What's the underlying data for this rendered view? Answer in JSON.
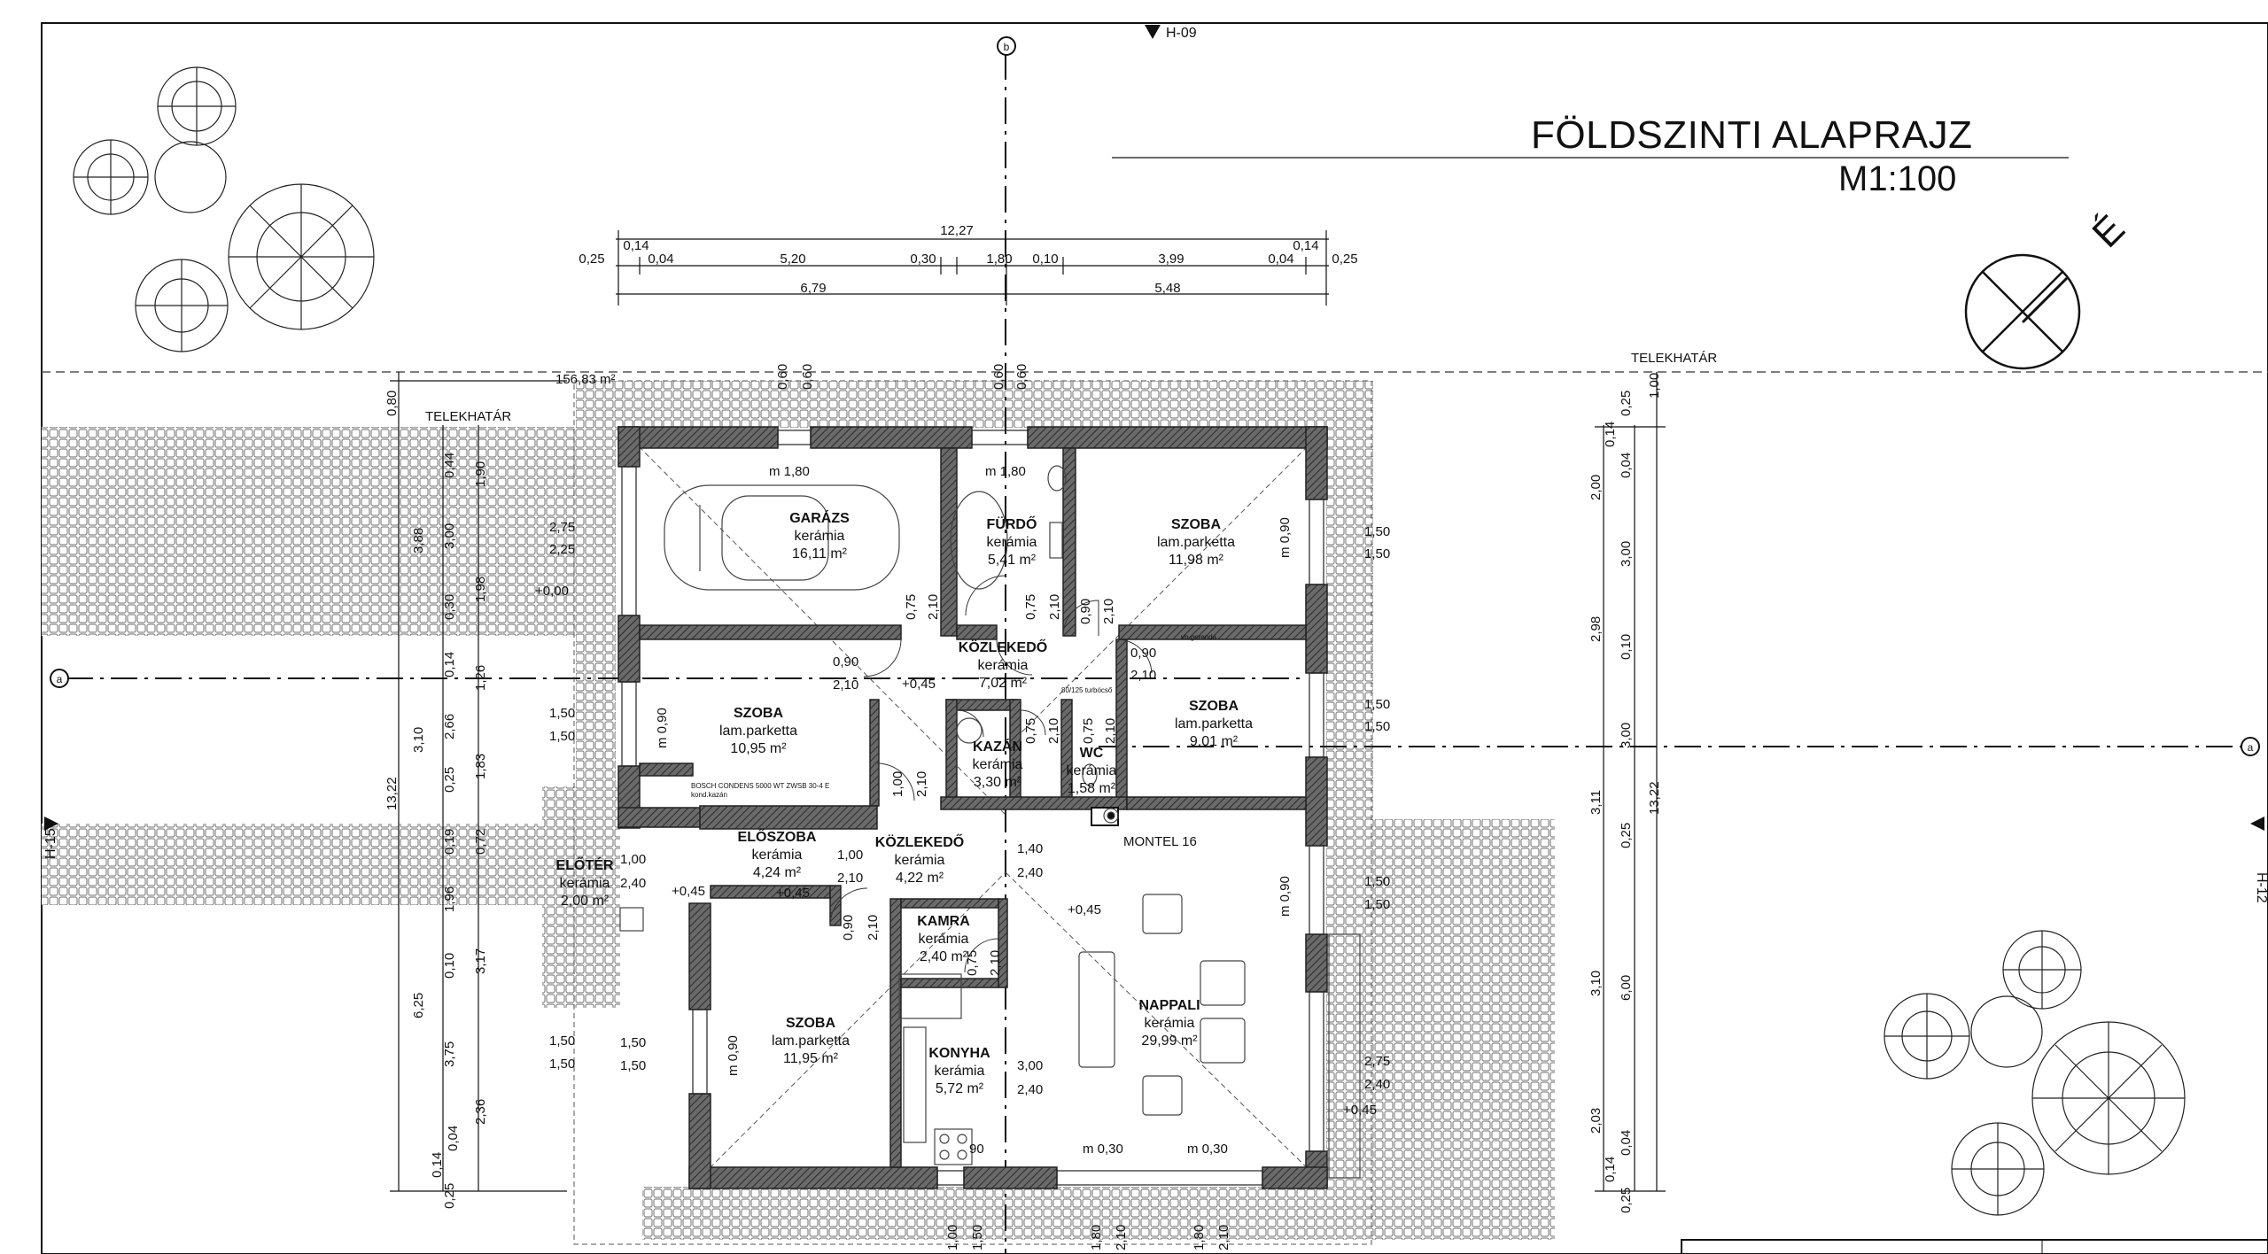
{
  "title": {
    "main": "FÖLDSZINTI ALAPRAJZ",
    "scale": "M1:100",
    "north": "É"
  },
  "section_marks": {
    "top": "H-09",
    "left": "H-15",
    "right": "H-12",
    "axis_top": "b",
    "axis_left": "a",
    "axis_right": "a"
  },
  "labels": {
    "telekhatar_left": "TELEKHATÁR",
    "telekhatar_right": "TELEKHATÁR",
    "area_total": "156,83 m²",
    "boiler_note": "BOSCH CONDENS 5000 WT ZWSB 30-4 E",
    "boiler_note2": "kond.kazán",
    "flue_note": "80/125 turbócső",
    "beam_note": "vb.gerenda",
    "montel": "MONTEL 16",
    "level_000": "+0,00",
    "level_045_a": "+0,45",
    "level_045_b": "+0,45",
    "level_045_c": "+0,45",
    "level_045_d": "+0,45",
    "level_045_e": "+0,45"
  },
  "rooms": [
    {
      "name": "GARÁZS",
      "floor": "kerámia",
      "area": "16,11 m²"
    },
    {
      "name": "FÜRDŐ",
      "floor": "kerámia",
      "area": "5,41 m²"
    },
    {
      "name": "SZOBA",
      "floor": "lam.parketta",
      "area": "11,98 m²"
    },
    {
      "name": "KÖZLEKEDŐ",
      "floor": "kerámia",
      "area": "7,02 m²"
    },
    {
      "name": "SZOBA",
      "floor": "lam.parketta",
      "area": "10,95 m²"
    },
    {
      "name": "KAZÁN",
      "floor": "kerámia",
      "area": "3,30 m²"
    },
    {
      "name": "WC",
      "floor": "kerámia",
      "area": "1,58 m²"
    },
    {
      "name": "SZOBA",
      "floor": "lam.parketta",
      "area": "9,01 m²"
    },
    {
      "name": "ELŐSZOBA",
      "floor": "kerámia",
      "area": "4,24 m²"
    },
    {
      "name": "KÖZLEKEDŐ",
      "floor": "kerámia",
      "area": "4,22 m²"
    },
    {
      "name": "ELŐTÉR",
      "floor": "kerámia",
      "area": "2,00 m²"
    },
    {
      "name": "KAMRA",
      "floor": "kerámia",
      "area": "2,40 m²"
    },
    {
      "name": "NAPPALI",
      "floor": "kerámia",
      "area": "29,99 m²"
    },
    {
      "name": "SZOBA",
      "floor": "lam.parketta",
      "area": "11,95 m²"
    },
    {
      "name": "KONYHA",
      "floor": "kerámia",
      "area": "5,72 m²"
    }
  ],
  "dimensions": {
    "top_overall": "12,27",
    "top_row1": [
      "0,25",
      "0,14",
      "0,04",
      "5,20",
      "0,30",
      "1,80",
      "0,10",
      "3,99",
      "0,04",
      "0,14",
      "0,25"
    ],
    "top_row2": [
      "6,79",
      "5,48"
    ],
    "top_openings": [
      "0,60",
      "0,60",
      "0,60",
      "0,60"
    ],
    "left_outer": [
      "0,80",
      "3,88",
      "3,10",
      "13,22",
      "6,25"
    ],
    "left_mid": [
      "0,44",
      "3,00",
      "0,30",
      "0,14",
      "2,66",
      "0,25",
      "0,19",
      "1,96",
      "0,10",
      "3,75",
      "0,14",
      "0,25"
    ],
    "left_inner": [
      "1,90",
      "1,98",
      "1,26",
      "1,83",
      "0,72",
      "3,17",
      "2,36",
      "0,04"
    ],
    "right_outer": [
      "1,00",
      "13,22"
    ],
    "right_mid": [
      "0,25",
      "0,14",
      "2,00",
      "3,00",
      "2,98",
      "3,00",
      "3,11",
      "3,10",
      "2,03",
      "0,14",
      "0,25"
    ],
    "right_inner": [
      "0,04",
      "0,10",
      "0,25",
      "6,00",
      "0,04"
    ],
    "bottom": [
      "1,00",
      "1,50",
      "1,80",
      "2,10",
      "1,80",
      "2,10"
    ],
    "openings": [
      "m 1,80",
      "m 1,80",
      "2,75",
      "2,25",
      "m 0,90",
      "1,50",
      "1,50",
      "1,50",
      "1,50",
      "0,75",
      "2,10",
      "0,75",
      "2,10",
      "0,90",
      "2,10",
      "0,90",
      "2,10",
      "0,90",
      "2,10",
      "m 0,90",
      "1,50",
      "1,50",
      "1,50",
      "1,50",
      "0,75",
      "2,10",
      "0,75",
      "2,10",
      "1,00",
      "2,10",
      "1,00",
      "2,40",
      "1,00",
      "2,10",
      "1,40",
      "2,40",
      "m 0,90",
      "1,50",
      "1,50",
      "0,90",
      "2,10",
      "0,75",
      "2,10",
      "m 0,90",
      "1,50",
      "1,50",
      "3,00",
      "2,40",
      "2,75",
      "2,40",
      "90",
      "m 0,30",
      "m 0,30"
    ]
  },
  "colors": {
    "wall": "#444444",
    "line": "#111111",
    "paving": "#d9d9d9"
  }
}
